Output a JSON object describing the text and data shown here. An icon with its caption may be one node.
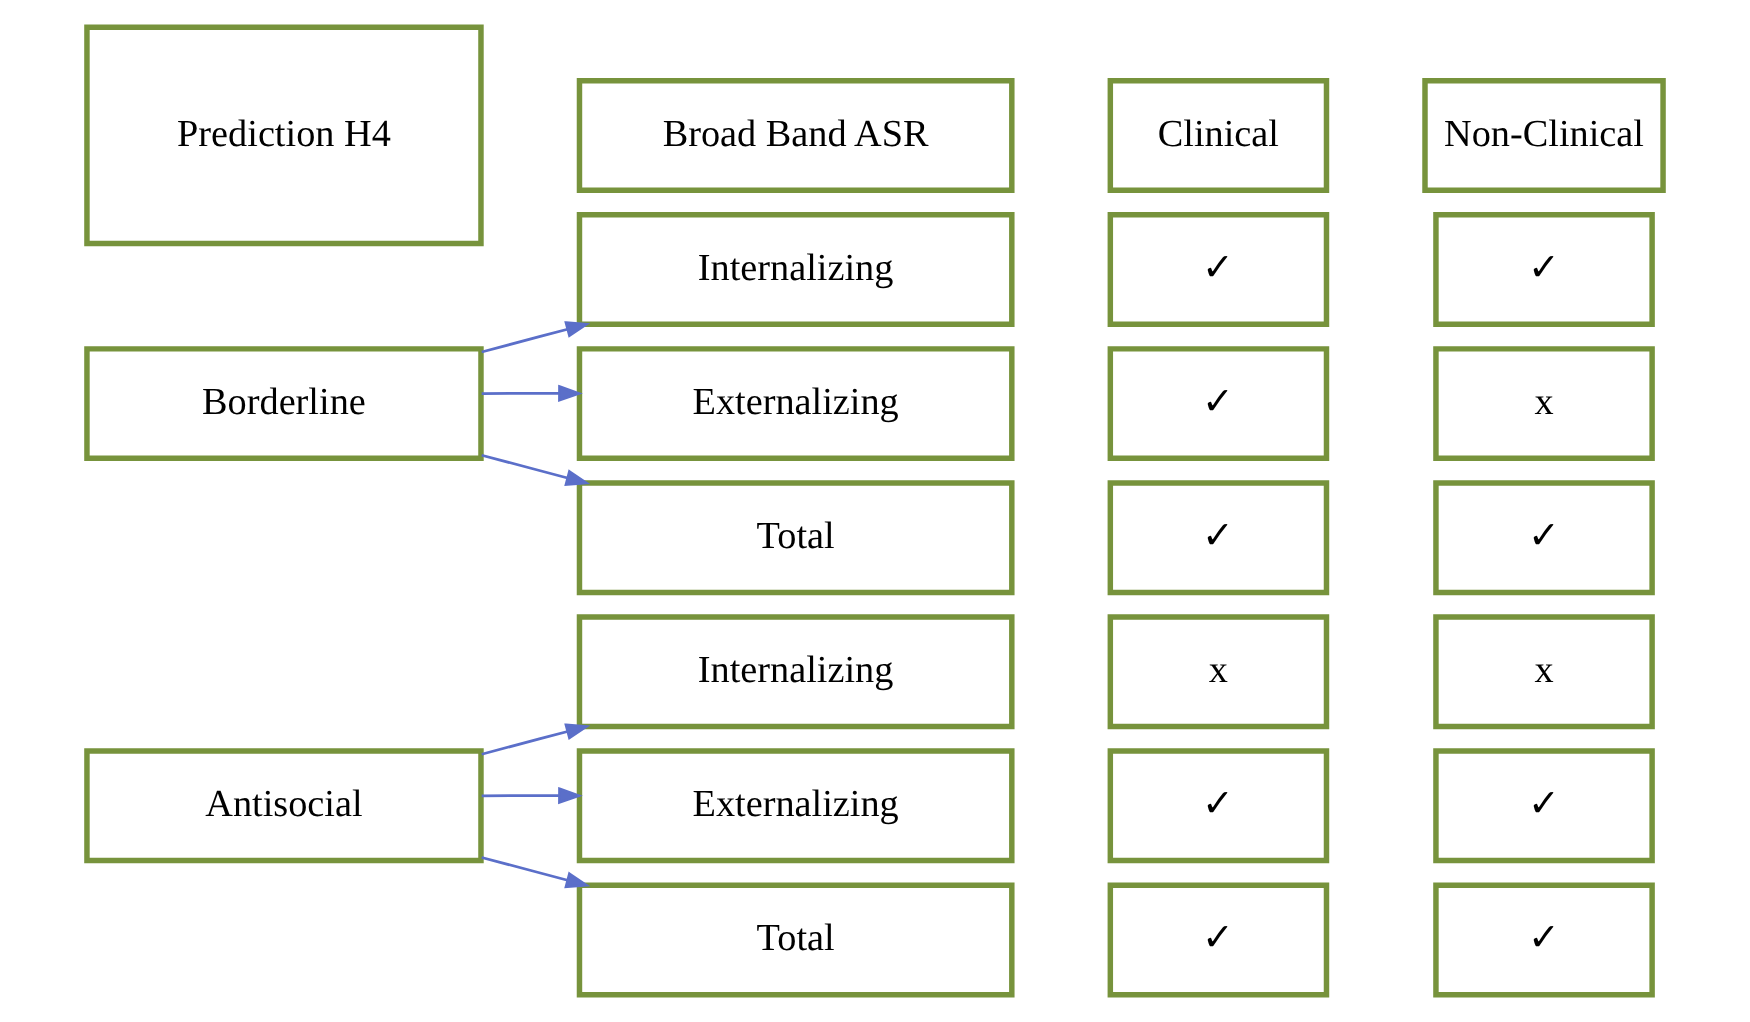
{
  "diagram": {
    "nodes": [
      {
        "text": [
          "Prediction H4"
        ]
      },
      {
        "text": [
          "Broad Band ASR"
        ]
      },
      {
        "text": [
          "Clinical"
        ]
      },
      {
        "text": [
          "Non-Clinical"
        ]
      },
      {
        "text": [
          "Borderline"
        ]
      },
      {
        "text": [
          "Antisocial"
        ]
      },
      {
        "text": [
          "Internalizing"
        ]
      },
      {
        "text": [
          "✓"
        ]
      },
      {
        "text": [
          "✓"
        ]
      },
      {
        "text": [
          "Externalizing"
        ]
      },
      {
        "text": [
          "✓"
        ]
      },
      {
        "text": [
          "x"
        ]
      },
      {
        "text": [
          "Total"
        ]
      },
      {
        "text": [
          "✓"
        ]
      },
      {
        "text": [
          "✓"
        ]
      },
      {
        "text": [
          "Internalizing"
        ]
      },
      {
        "text": [
          "x"
        ]
      },
      {
        "text": [
          "x"
        ]
      },
      {
        "text": [
          "Externalizing"
        ]
      },
      {
        "text": [
          "✓"
        ]
      },
      {
        "text": [
          "✓"
        ]
      },
      {
        "text": [
          "Total"
        ]
      },
      {
        "text": [
          "✓"
        ]
      },
      {
        "text": [
          "✓"
        ]
      }
    ],
    "edges": [
      {
        "from": 4,
        "to": 6,
        "arrow": "to"
      },
      {
        "from": 4,
        "to": 9,
        "arrow": "to"
      },
      {
        "from": 4,
        "to": 12,
        "arrow": "to"
      },
      {
        "from": 5,
        "to": 15,
        "arrow": "to"
      },
      {
        "from": 5,
        "to": 18,
        "arrow": "to"
      },
      {
        "from": 5,
        "to": 21,
        "arrow": "to"
      }
    ]
  }
}
